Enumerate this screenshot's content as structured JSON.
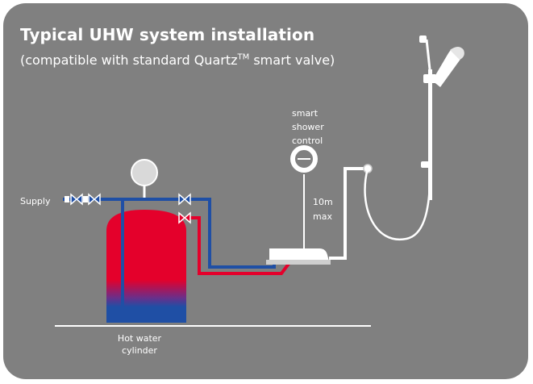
{
  "title": "Typical UHW system installation",
  "subtitle": {
    "prefix": "(compatible with standard Quartz",
    "tm": "TM",
    "suffix": " smart valve)"
  },
  "labels": {
    "supply": "Supply",
    "control_line1": "smart",
    "control_line2": "shower",
    "control_line3": "control",
    "distance_line1": "10m",
    "distance_line2": "max",
    "cylinder_line1": "Hot water",
    "cylinder_line2": "cylinder"
  },
  "colors": {
    "panel": "#808080",
    "hot": "#e4002b",
    "cold": "#1f4fa5",
    "white": "#ffffff"
  }
}
